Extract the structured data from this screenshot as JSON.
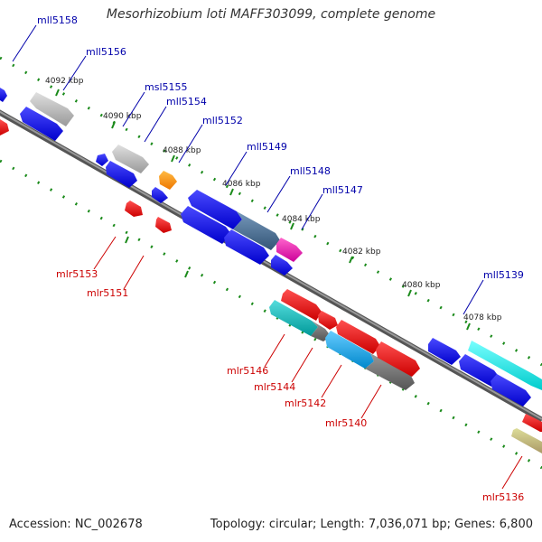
{
  "header": {
    "title": "Mesorhizobium loti MAFF303099, complete genome"
  },
  "footer": {
    "accession": "Accession: NC_002678",
    "summary": "Topology: circular; Length: 7,036,071 bp; Genes: 6,800"
  },
  "scale_labels": [
    "4092 kbp",
    "4090 kbp",
    "4088 kbp",
    "4086 kbp",
    "4084 kbp",
    "4082 kbp",
    "4080 kbp",
    "4078 kbp"
  ],
  "genes_forward": [
    "mll5158",
    "mll5156",
    "msl5155",
    "mll5154",
    "mll5152",
    "mll5149",
    "mll5148",
    "mll5147",
    "mll5139"
  ],
  "genes_reverse": [
    "mlr5153",
    "mlr5151",
    "mlr5146",
    "mlr5144",
    "mlr5142",
    "mlr5140",
    "mlr5136"
  ],
  "colors": {
    "forward_label": "#0000aa",
    "reverse_label": "#cc0000",
    "forward_feature": "#1010dd",
    "reverse_feature": "#ee1111",
    "backbone": "#888888",
    "ticks": "#1a8a1a"
  }
}
